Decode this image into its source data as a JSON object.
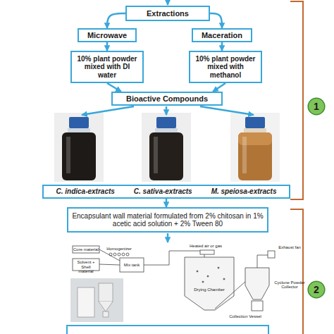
{
  "diagram": {
    "nodes": [
      {
        "text": [
          "Extractions"
        ]
      },
      {
        "text": [
          "Microwave"
        ]
      },
      {
        "text": [
          "Maceration"
        ]
      },
      {
        "text": [
          "10% plant powder mixed with DI water"
        ]
      },
      {
        "text": [
          "10% plant powder mixed with methanol"
        ]
      },
      {
        "text": [
          "Bioactive Compounds"
        ]
      },
      {
        "text": [
          "C. indica-extracts",
          "C. sativa-extracts",
          "M. speiosa-extracts"
        ]
      },
      {
        "text": [
          "Encapsulant wall material formulated from 2% chitosan in 1% acetic acid solution + 2% Tween 80"
        ]
      },
      {
        "text": [
          "1"
        ]
      },
      {
        "text": [
          "2"
        ]
      }
    ],
    "edges": [
      {
        "from": 0,
        "to": 1,
        "arrow": "to"
      },
      {
        "from": 0,
        "to": 2,
        "arrow": "to"
      },
      {
        "from": 1,
        "to": 3,
        "arrow": "to"
      },
      {
        "from": 2,
        "to": 4,
        "arrow": "to"
      },
      {
        "from": 3,
        "to": 5,
        "arrow": "to"
      },
      {
        "from": 4,
        "to": 5,
        "arrow": "to"
      },
      {
        "from": 6,
        "to": 7,
        "arrow": "to"
      }
    ],
    "labels": [
      "Core material",
      "Solvent +",
      "Shell material",
      "Homogenizer",
      "Mix tank",
      "Heated air or gas",
      "Drying Chamber",
      "Exhaust fan",
      "Cyclone Powder Collector",
      "Collection Vessel"
    ]
  }
}
